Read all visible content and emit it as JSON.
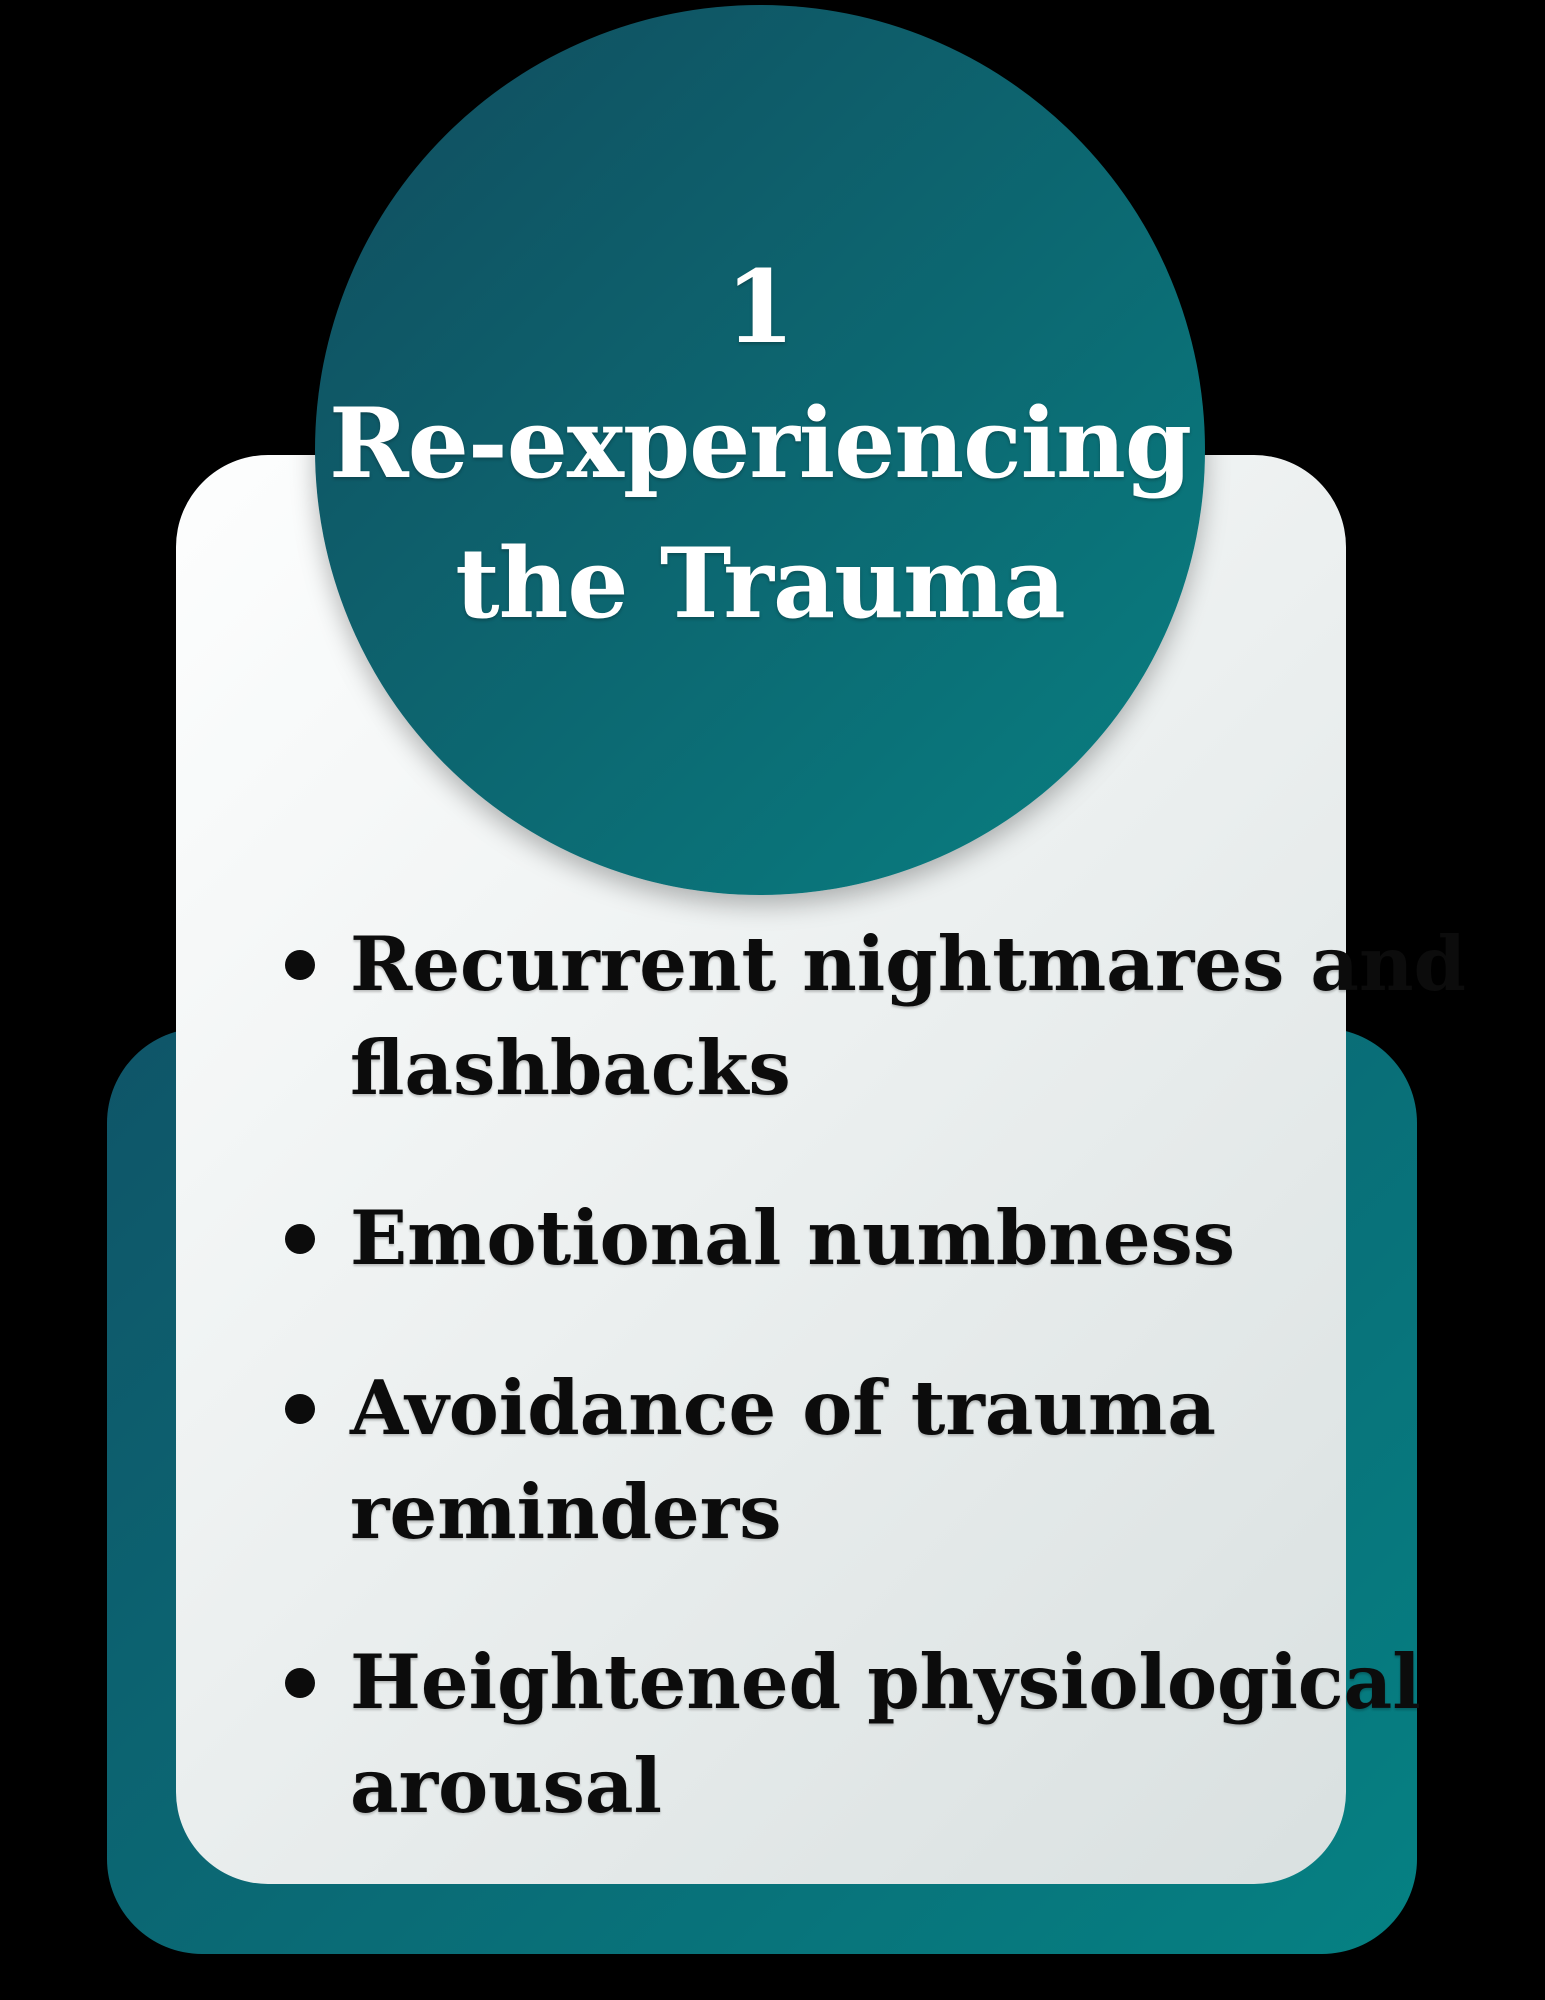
{
  "colors": {
    "background": "#000000",
    "backdrop_gradient_start": "#0f5568",
    "backdrop_gradient_end": "#058183",
    "circle_gradient_start": "#114c5e",
    "circle_gradient_end": "#088082",
    "card_gradient_start": "#fdfefe",
    "card_gradient_end": "#d9e0e0",
    "title_text": "#ffffff",
    "body_text": "#0c0c0c"
  },
  "badge": {
    "number": "1",
    "title": "Re-experiencing the Trauma",
    "title_lines": [
      "Re-experiencing",
      "the Trauma"
    ]
  },
  "symptoms": {
    "items": [
      {
        "text": "Recurrent nightmares and flashbacks",
        "lines": [
          "Recurrent nightmares and",
          "flashbacks"
        ]
      },
      {
        "text": "Emotional numbness",
        "lines": [
          "Emotional numbness"
        ]
      },
      {
        "text": "Avoidance of trauma reminders",
        "lines": [
          "Avoidance of trauma",
          "reminders"
        ]
      },
      {
        "text": "Heightened physiological arousal",
        "lines": [
          "Heightened physiological",
          "arousal"
        ]
      }
    ]
  }
}
